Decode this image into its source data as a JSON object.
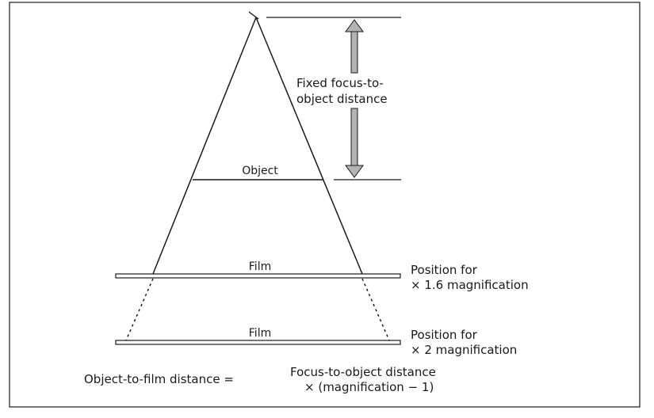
{
  "diagram": {
    "arrow_label_line1": "Fixed focus-to-",
    "arrow_label_line2": "object distance",
    "object_label": "Object",
    "film_label_1": "Film",
    "film_label_2": "Film",
    "position_1_line1": "Position for",
    "position_1_line2": "× 1.6 magnification",
    "position_2_line1": "Position for",
    "position_2_line2": "× 2 magnification",
    "formula_lhs": "Object-to-film distance =",
    "formula_rhs_line1": "Focus-to-object distance",
    "formula_rhs_line2": "× (magnification − 1)"
  },
  "colors": {
    "line": "#1a1a1a",
    "arrow_fill": "#b3b3b3"
  }
}
